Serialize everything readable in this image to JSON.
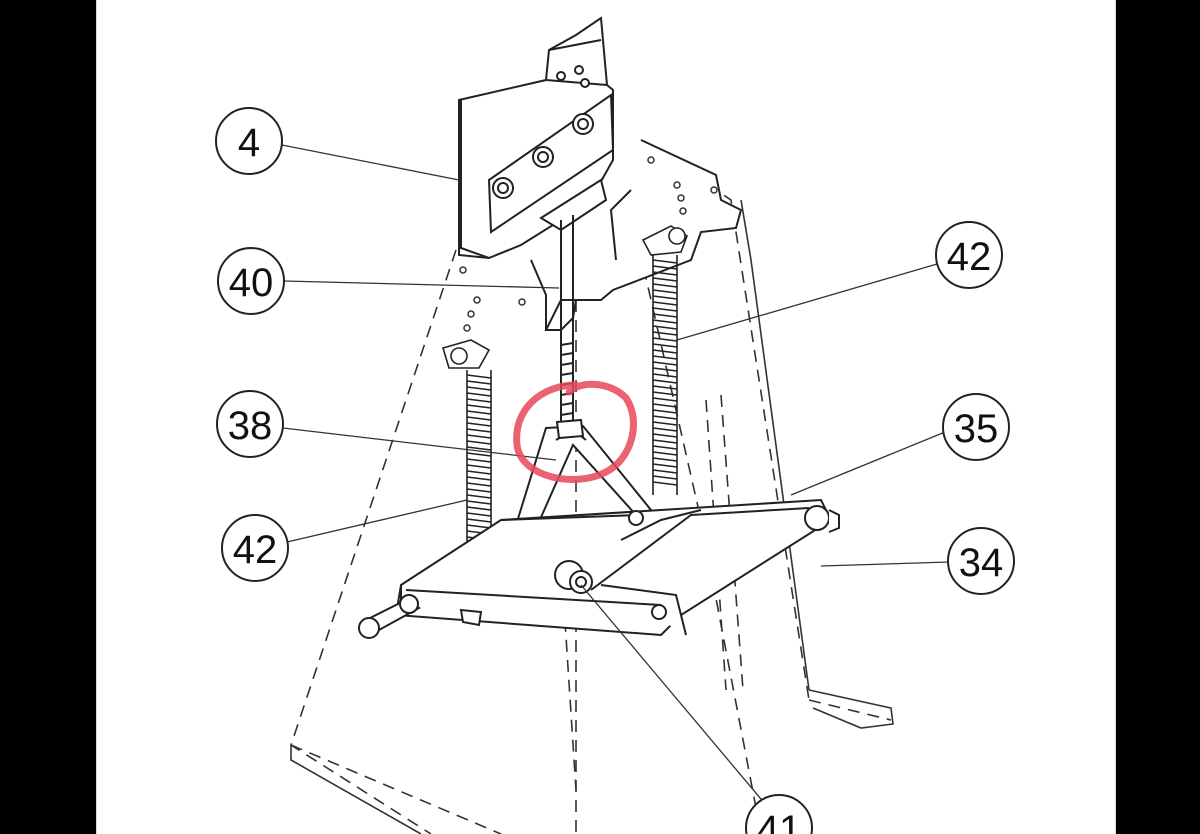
{
  "callouts": [
    {
      "id": "callout-4",
      "label": "4"
    },
    {
      "id": "callout-40",
      "label": "40"
    },
    {
      "id": "callout-38",
      "label": "38"
    },
    {
      "id": "callout-42-left",
      "label": "42"
    },
    {
      "id": "callout-42-right",
      "label": "42"
    },
    {
      "id": "callout-35",
      "label": "35"
    },
    {
      "id": "callout-34",
      "label": "34"
    },
    {
      "id": "callout-41",
      "label": "41"
    }
  ],
  "highlight": {
    "color": "#e8485a"
  },
  "colors": {
    "ink": "#222222",
    "paper": "#ffffff",
    "frame": "#000000"
  }
}
